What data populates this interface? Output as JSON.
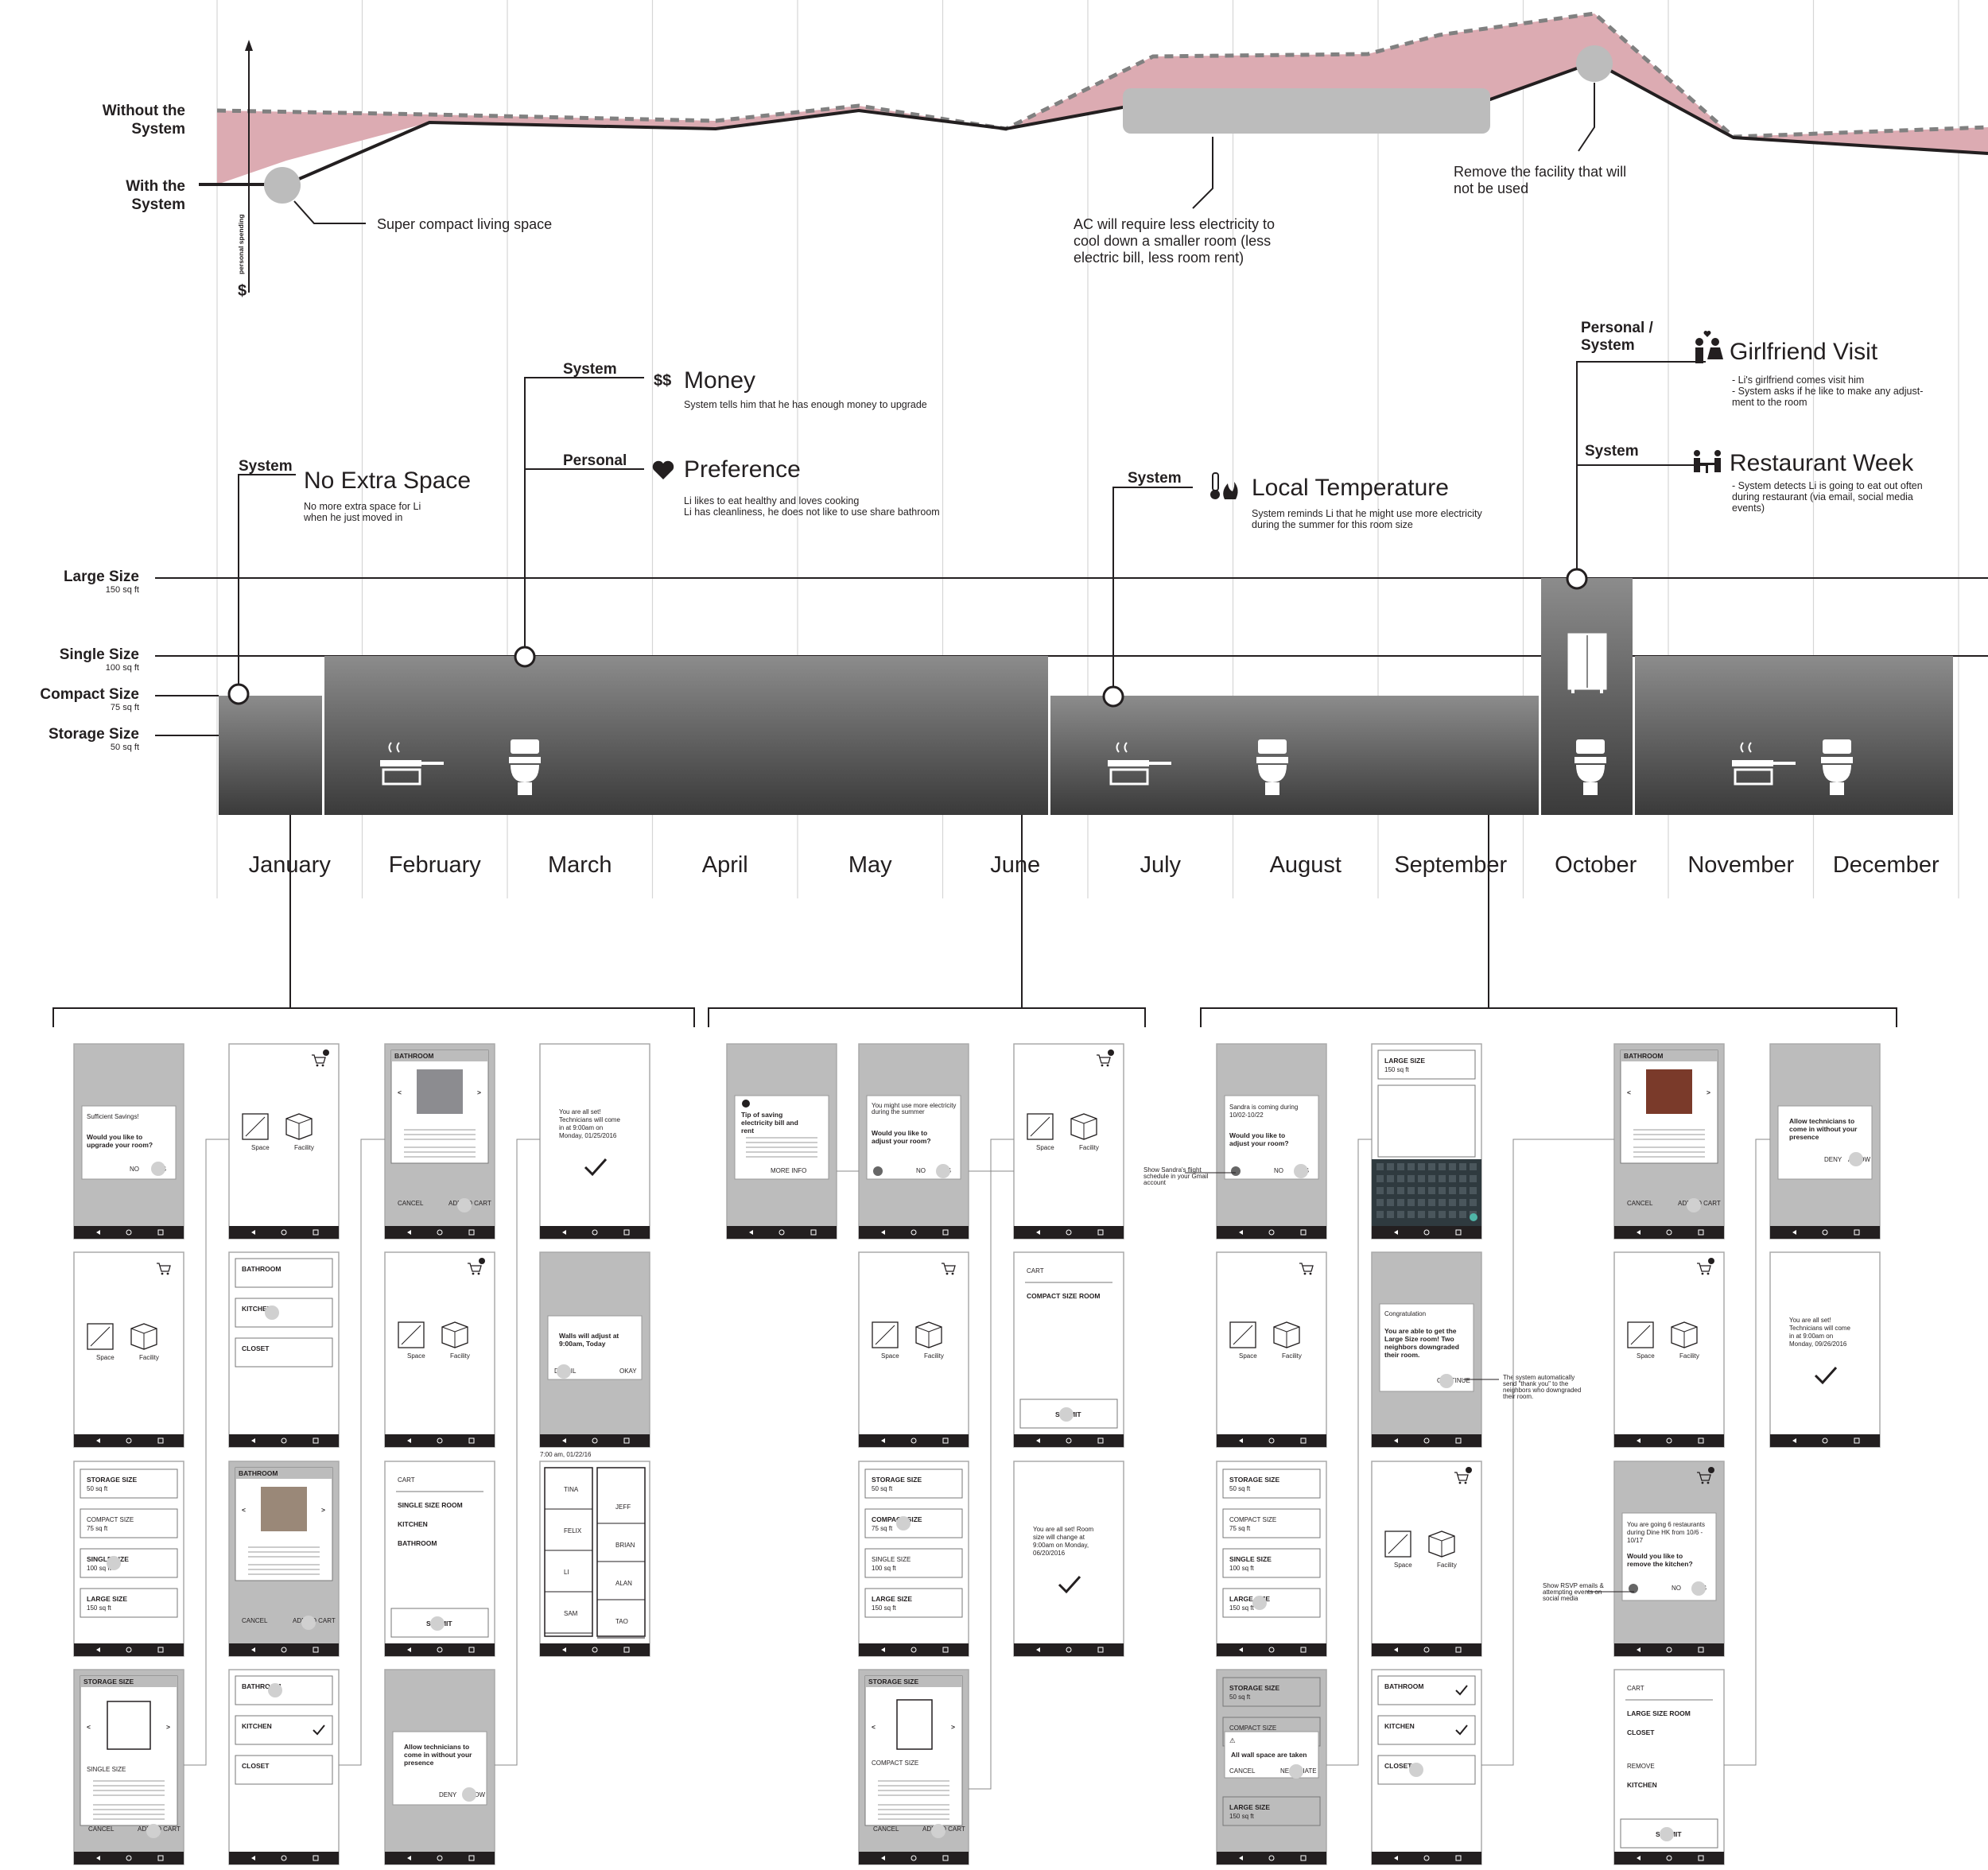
{
  "months": [
    "January",
    "February",
    "March",
    "April",
    "May",
    "June",
    "July",
    "August",
    "September",
    "October",
    "November",
    "December"
  ],
  "spending_chart": {
    "axis_label": "personal spending",
    "axis_symbol": "$",
    "series": [
      {
        "name": "Without the System",
        "label": "Without the System"
      },
      {
        "name": "With the System",
        "label": "With the System"
      }
    ],
    "annotations": [
      {
        "text": "Super compact living space"
      },
      {
        "text": "AC will require less electricity to cool down a smaller room (less electric bill, less room rent)"
      },
      {
        "text": "Remove the facility that will not be used"
      }
    ]
  },
  "size_levels": [
    {
      "name": "Large Size",
      "area": "150 sq ft"
    },
    {
      "name": "Single Size",
      "area": "100 sq ft"
    },
    {
      "name": "Compact Size",
      "area": "75 sq ft"
    },
    {
      "name": "Storage Size",
      "area": "50 sq ft"
    }
  ],
  "events": [
    {
      "source": "System",
      "title": "No Extra Space",
      "note": "No more extra space for Li when he just moved in",
      "icon": "none"
    },
    {
      "source": "System",
      "title": "Money",
      "note": "System tells him that he has enough money to upgrade",
      "icon": "dollar-icon"
    },
    {
      "source": "Personal",
      "title": "Preference",
      "note": "Li likes to eat healthy and loves cooking / Li has cleanliness, he does not like to use share bathroom",
      "icon": "heart-icon"
    },
    {
      "source": "System",
      "title": "Local Temperature",
      "note": "System reminds Li that he might use more electricity during the summer for this room size",
      "icon": "thermometer-fire-icon"
    },
    {
      "source": "Personal / System",
      "title": "Girlfriend Visit",
      "note": "- Li's girlfriend comes visit him - System asks if he like to make any adjustment to the room",
      "icon": "couple-icon"
    },
    {
      "source": "System",
      "title": "Restaurant Week",
      "note": "- System detects Li is going to eat out often during restaurant (via email, social media events)",
      "icon": "dining-icon"
    }
  ],
  "wireframe_texts": {
    "sufficient_savings": "Sufficient Savings!",
    "upgrade_q": "Would you like to upgrade your room?",
    "no": "NO",
    "yes": "YES",
    "space": "Space",
    "facility": "Facility",
    "bathroom": "BATHROOM",
    "kitchen": "KITCHEN",
    "closet": "CLOSET",
    "cancel": "CANCEL",
    "add_to_cart": "ADD TO CART",
    "all_set_jan": "You are all set! Technicians will come in at 9:00am on Monday, 01/25/2016",
    "walls_adjust": "Walls will adjust at 9:00am, Today",
    "okay": "OKAY",
    "storage_size": "STORAGE SIZE",
    "compact_size": "COMPACT SIZE",
    "single_size": "SINGLE SIZE",
    "large_size": "LARGE SIZE",
    "cart": "CART",
    "single_size_room": "SINGLE SIZE ROOM",
    "submit": "SUBMIT",
    "allow_technicians": "Allow technicians to come in without your presence",
    "deny": "DENY",
    "allow": "ALLOW",
    "tip_saving": "Tip of saving electricity bill and rent",
    "more_info": "MORE INFO",
    "summer_q": "Would you like to adjust your room?",
    "compact_size_room": "COMPACT SIZE ROOM",
    "all_set_jun": "You are all set! Room size will change at 9:00am on Monday, 06/20/2016",
    "sandra_coming": "Sandra is coming during 10/02-10/22",
    "show_sandra": "Show Sandra's flight schedule in your Gmail account",
    "congratulation": "Congratulation",
    "large_room_msg": "You are able to get the Large Size room! Two neighbors downgraded their room.",
    "continue": "CONTINUE",
    "thank_you_note": "The system automatically send \"thank you\" to the neighbors who downgraded their room.",
    "wall_space_taken": "All wall space are taken",
    "negotiate": "NEGOTIATE",
    "restaurants_msg": "You are going 6 restaurants during Dine HK from 10/6 - 10/17",
    "remove_kitchen_q": "Would you like to remove the kitchen?",
    "show_rsvp": "Show RSVP emails & attempting events on social media",
    "large_size_room": "LARGE SIZE ROOM",
    "remove": "REMOVE",
    "all_set_sep": "You are all set! Technicians will come in at 9:00am on Monday, 09/26/2016",
    "tina": "TINA",
    "jeff": "JEFF",
    "felix": "FELIX",
    "brian": "BRIAN",
    "alan": "ALAN",
    "li": "LI",
    "tao": "TAO",
    "sam": "SAM",
    "clock": "7:00 am, 01/22/16"
  }
}
